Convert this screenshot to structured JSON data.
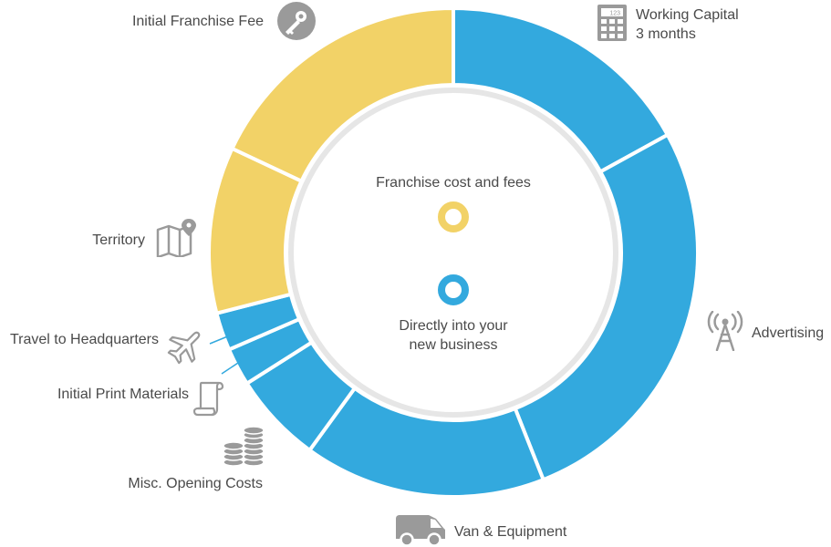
{
  "chart_data": {
    "type": "pie",
    "variant": "donut",
    "start_angle_deg": 0,
    "categories": [
      "Working Capital",
      "Advertising",
      "Van & Equipment",
      "Misc. Opening Costs",
      "Initial Print Materials",
      "Travel to Headquarters",
      "Territory",
      "Initial Franchise Fee"
    ],
    "values": [
      17,
      27,
      16,
      6,
      2.5,
      2.5,
      11,
      18
    ],
    "groups": [
      "direct",
      "direct",
      "direct",
      "direct",
      "direct",
      "direct",
      "franchise",
      "franchise"
    ],
    "legend": [
      {
        "label": "Franchise cost and fees",
        "group": "franchise"
      },
      {
        "label": "Directly into your new business",
        "group": "direct"
      }
    ]
  },
  "labels": {
    "working_capital": "Working Capital",
    "working_capital_sub": "3 months",
    "advertising": "Advertising",
    "van_equipment": "Van & Equipment",
    "misc_opening": "Misc. Opening Costs",
    "print_materials": "Initial Print Materials",
    "travel": "Travel to Headquarters",
    "territory": "Territory",
    "franchise_fee": "Initial Franchise Fee"
  },
  "legend_text": {
    "franchise_line1": "Franchise cost and fees",
    "direct_line1": "Directly into your",
    "direct_line2": "new business"
  },
  "colors": {
    "direct": "#33a9de",
    "franchise": "#f2d267",
    "inner_ring": "#e6e6e6",
    "icon": "#9a9a9a",
    "text": "#4a4a4a"
  },
  "icons": {
    "franchise_fee": "key-icon",
    "working_capital": "calculator-icon",
    "territory": "map-pin-icon",
    "advertising": "antenna-tower-icon",
    "travel": "airplane-icon",
    "print_materials": "scroll-icon",
    "misc_opening": "coin-stacks-icon",
    "van_equipment": "van-icon"
  },
  "calculator_display": "123"
}
